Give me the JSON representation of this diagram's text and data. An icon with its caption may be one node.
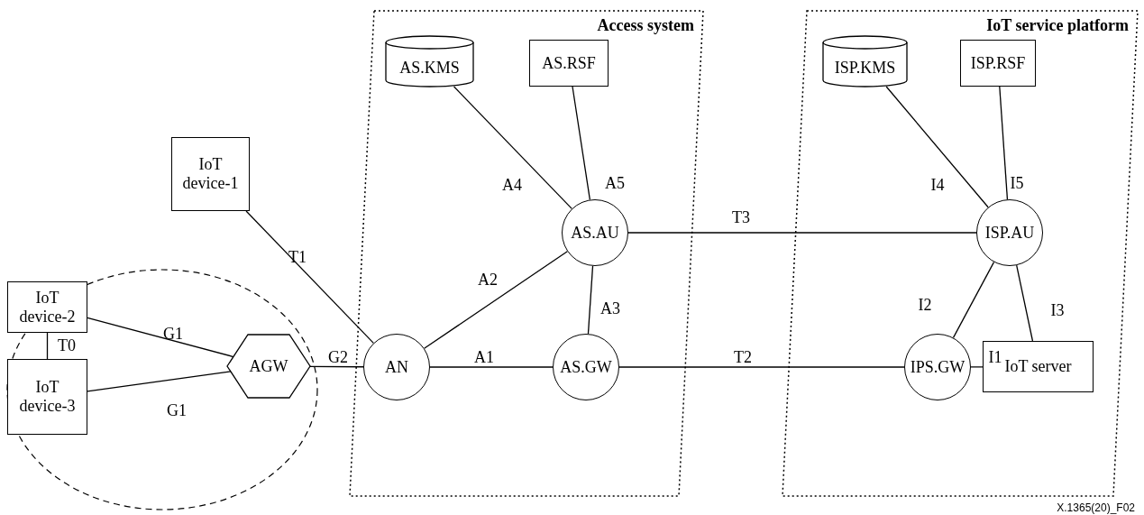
{
  "diagram": {
    "nodes": [
      {
        "text": [
          "IoT device-1"
        ]
      },
      {
        "text": [
          "IoT device-2"
        ]
      },
      {
        "text": [
          "IoT device-3"
        ]
      },
      {
        "text": [
          "AGW"
        ]
      },
      {
        "text": [
          "Access system"
        ]
      },
      {
        "text": [
          "AS.KMS"
        ],
        "in": 4
      },
      {
        "text": [
          "AS.RSF"
        ],
        "in": 4
      },
      {
        "text": [
          "AS.AU"
        ],
        "in": 4
      },
      {
        "text": [
          "AN"
        ],
        "in": 4
      },
      {
        "text": [
          "AS.GW"
        ],
        "in": 4
      },
      {
        "text": [
          "IoT service platform"
        ]
      },
      {
        "text": [
          "ISP.KMS"
        ],
        "in": 10
      },
      {
        "text": [
          "ISP.RSF"
        ],
        "in": 10
      },
      {
        "text": [
          "ISP.AU"
        ],
        "in": 10
      },
      {
        "text": [
          "IPS.GW"
        ],
        "in": 10
      },
      {
        "text": [
          "IoT server"
        ],
        "in": 10
      }
    ],
    "edges": [
      {
        "from": 0,
        "to": 8,
        "arrow": "none",
        "label": "T1"
      },
      {
        "from": 1,
        "to": 3,
        "arrow": "none",
        "label": "G1"
      },
      {
        "from": 2,
        "to": 3,
        "arrow": "none",
        "label": "G1"
      },
      {
        "from": 1,
        "to": 2,
        "arrow": "none",
        "label": "T0"
      },
      {
        "from": 3,
        "to": 8,
        "arrow": "none",
        "label": "G2"
      },
      {
        "from": 8,
        "to": 9,
        "arrow": "none",
        "label": "A1"
      },
      {
        "from": 8,
        "to": 7,
        "arrow": "none",
        "label": "A2"
      },
      {
        "from": 9,
        "to": 7,
        "arrow": "none",
        "label": "A3"
      },
      {
        "from": 7,
        "to": 5,
        "arrow": "none",
        "label": "A4"
      },
      {
        "from": 7,
        "to": 6,
        "arrow": "none",
        "label": "A5"
      },
      {
        "from": 7,
        "to": 13,
        "arrow": "none",
        "label": "T3"
      },
      {
        "from": 9,
        "to": 14,
        "arrow": "none",
        "label": "T2"
      },
      {
        "from": 13,
        "to": 11,
        "arrow": "none",
        "label": "I4"
      },
      {
        "from": 13,
        "to": 12,
        "arrow": "none",
        "label": "I5"
      },
      {
        "from": 14,
        "to": 13,
        "arrow": "none",
        "label": "I2"
      },
      {
        "from": 15,
        "to": 13,
        "arrow": "none",
        "label": "I3"
      },
      {
        "from": 14,
        "to": 15,
        "arrow": "none",
        "label": "I1"
      }
    ],
    "labels": [
      "X.1365(20)_F02"
    ]
  }
}
